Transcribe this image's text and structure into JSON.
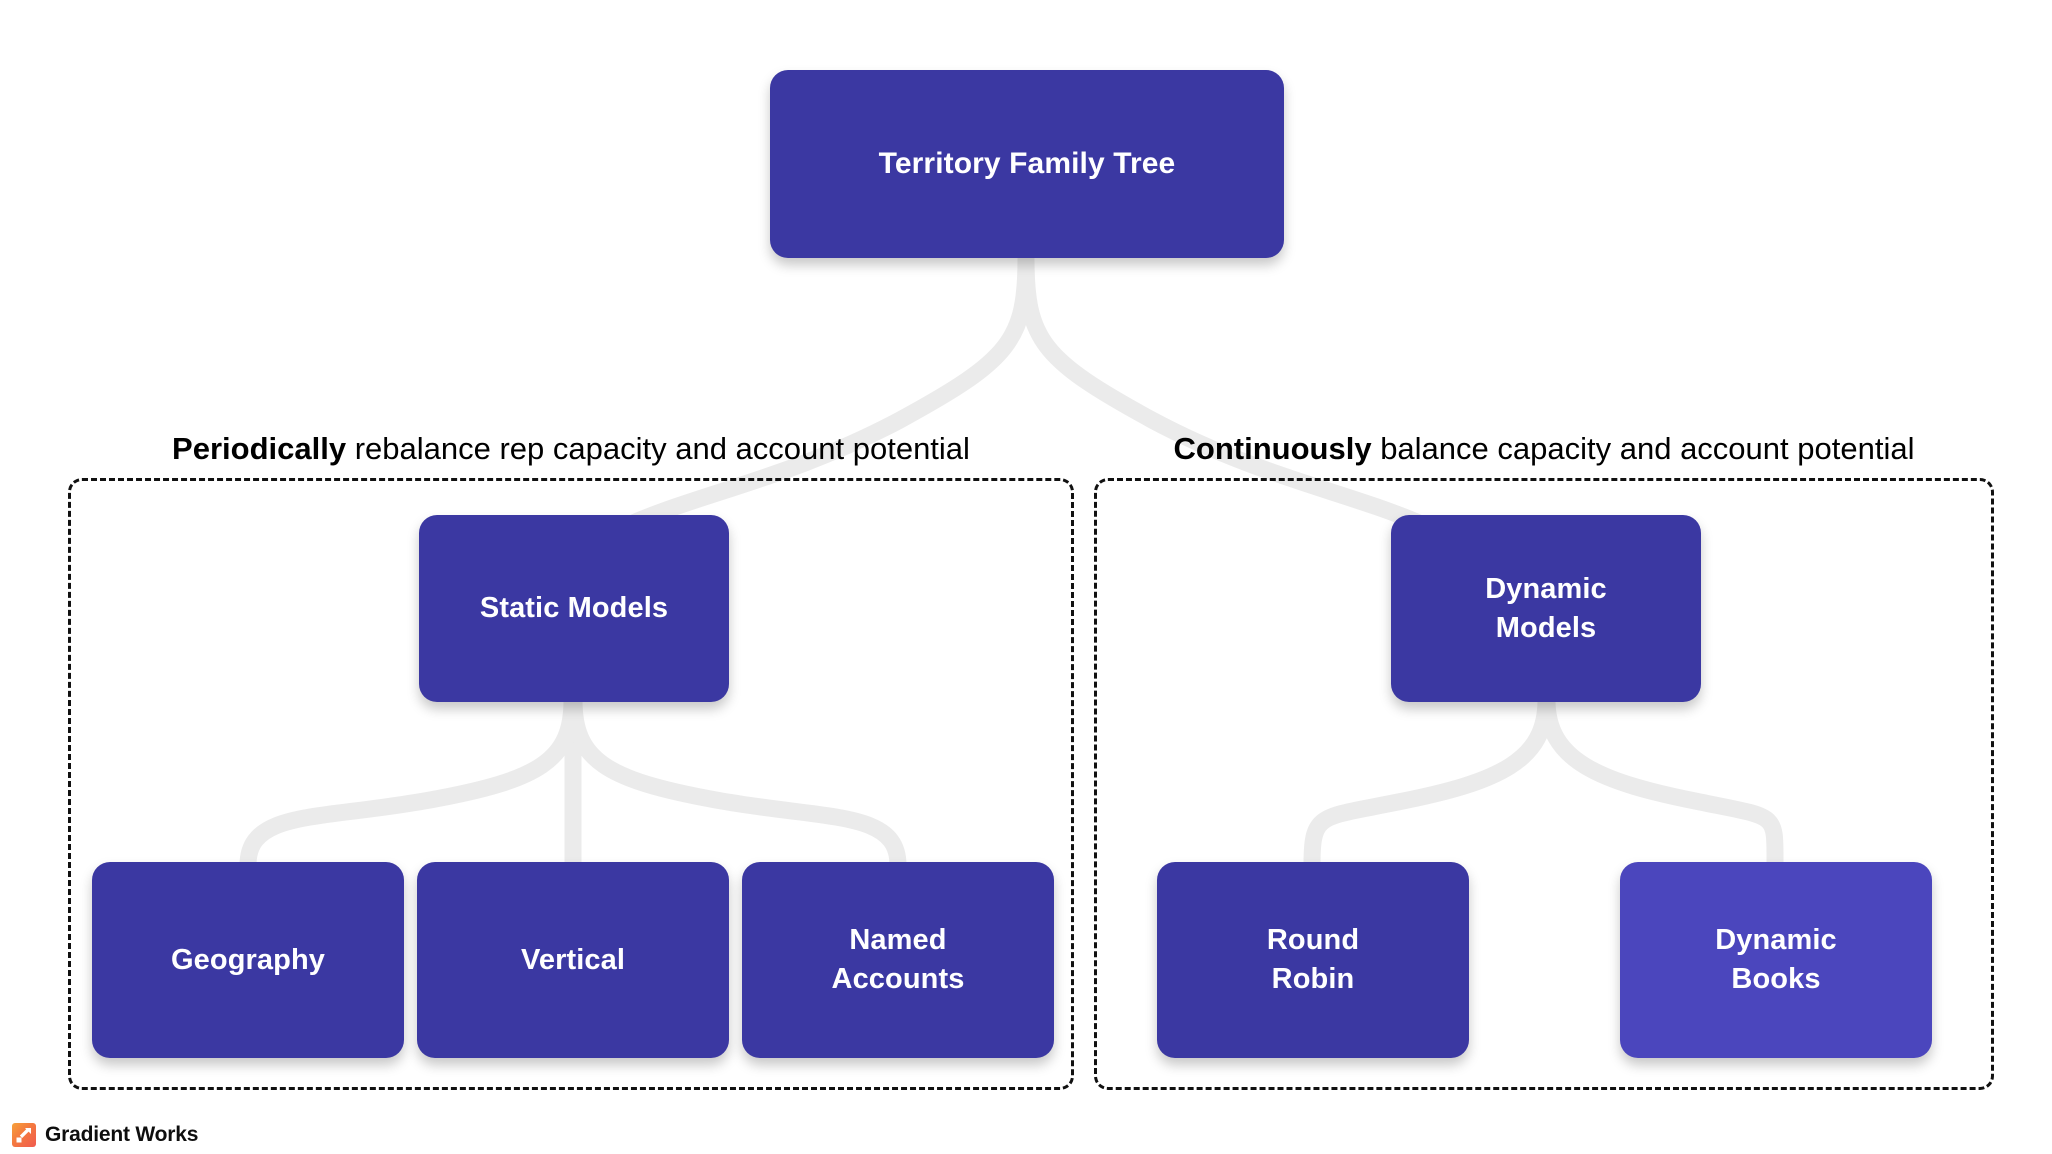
{
  "diagram": {
    "title": "Territory Family Tree",
    "colors": {
      "node": "#3b38a2",
      "node_accent": "#4b46bd",
      "connector": "#ebebeb",
      "panel_border": "#111111",
      "text_on_node": "#ffffff",
      "caption": "#000000"
    },
    "root": {
      "label": "Territory Family Tree"
    },
    "groups": [
      {
        "id": "periodic",
        "caption_lead": "Periodically",
        "caption_rest": " rebalance rep capacity and account potential",
        "parent": {
          "label": "Static Models"
        },
        "children": [
          {
            "label": "Geography",
            "accent": false
          },
          {
            "label": "Vertical",
            "accent": false
          },
          {
            "label": "Named\nAccounts",
            "accent": false
          }
        ]
      },
      {
        "id": "continuous",
        "caption_lead": "Continuously",
        "caption_rest": " balance capacity and account potential",
        "parent": {
          "label": "Dynamic\nModels"
        },
        "children": [
          {
            "label": "Round\nRobin",
            "accent": false
          },
          {
            "label": "Dynamic\nBooks",
            "accent": true
          }
        ]
      }
    ]
  },
  "brand": {
    "name": "Gradient Works",
    "mark_icon": "gradient-works-logo-icon"
  }
}
